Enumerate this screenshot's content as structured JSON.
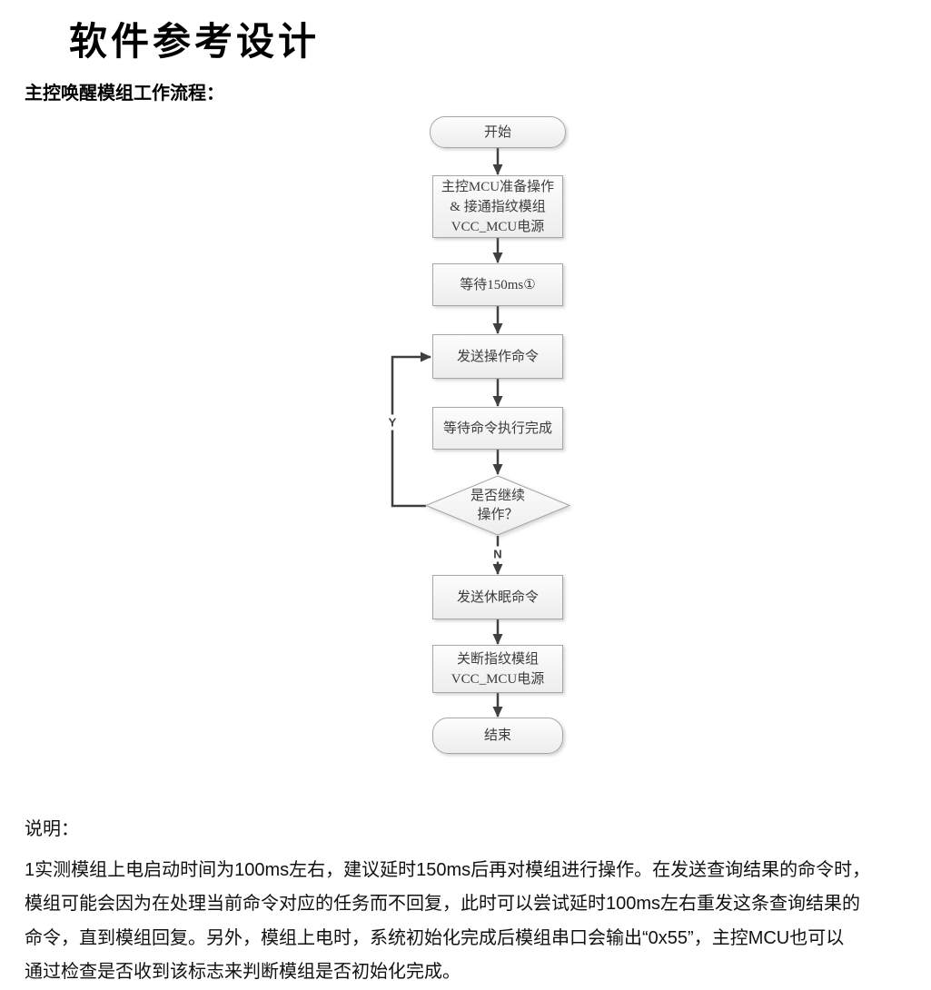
{
  "page": {
    "title": "软件参考设计",
    "section_heading": "主控唤醒模组工作流程："
  },
  "flowchart": {
    "start": "开始",
    "prepare_line1": "主控MCU准备操作",
    "prepare_line2": "& 接通指纹模组",
    "prepare_line3": "VCC_MCU电源",
    "wait_delay": "等待150ms①",
    "send_operation": "发送操作命令",
    "wait_command_done": "等待命令执行完成",
    "decision_line1": "是否继续",
    "decision_line2": "操作？",
    "branch_yes": "Y",
    "branch_no": "N",
    "send_sleep": "发送休眠命令",
    "power_off_line1": "关断指纹模组",
    "power_off_line2": "VCC_MCU电源",
    "end": "结束"
  },
  "notes": {
    "heading": "说明：",
    "line1": "1实测模组上电启动时间为100ms左右，建议延时150ms后再对模组进行操作。在发送查询结果的命令时，",
    "line2": "模组可能会因为在处理当前命令对应的任务而不回复，此时可以尝试延时100ms左右重发这条查询结果的",
    "line3": "命令，直到模组回复。另外，模组上电时，系统初始化完成后模组串口会输出“0x55”，主控MCU也可以",
    "line4": "通过检查是否收到该标志来判断模组是否初始化完成。"
  },
  "colors": {
    "background": "#ffffff",
    "node_border": "#a6a6a6",
    "node_fill_top": "#fdfdfd",
    "node_fill_bottom": "#ededed",
    "node_text": "#3c3c3c",
    "arrow": "#3f3f3f",
    "body_text": "#111111"
  }
}
